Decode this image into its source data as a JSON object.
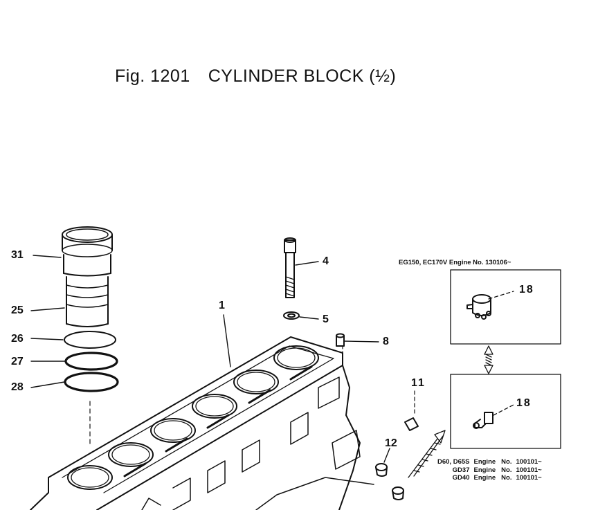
{
  "figure": {
    "number": "Fig. 1201",
    "title": "CYLINDER BLOCK (½)"
  },
  "callouts": [
    "31",
    "25",
    "26",
    "27",
    "28",
    "4",
    "5",
    "8",
    "1",
    "11",
    "12",
    "18",
    "18"
  ],
  "variant_top": {
    "caption": "EG150, EC170V Engine No. 130106~"
  },
  "variant_bottom": {
    "rows": [
      {
        "models": "D60, D65S",
        "label": "Engine",
        "no": "No.",
        "serial": "100101~"
      },
      {
        "models": "GD37",
        "label": "Engine",
        "no": "No.",
        "serial": "100101~"
      },
      {
        "models": "GD40",
        "label": "Engine",
        "no": "No.",
        "serial": "100101~"
      }
    ]
  }
}
